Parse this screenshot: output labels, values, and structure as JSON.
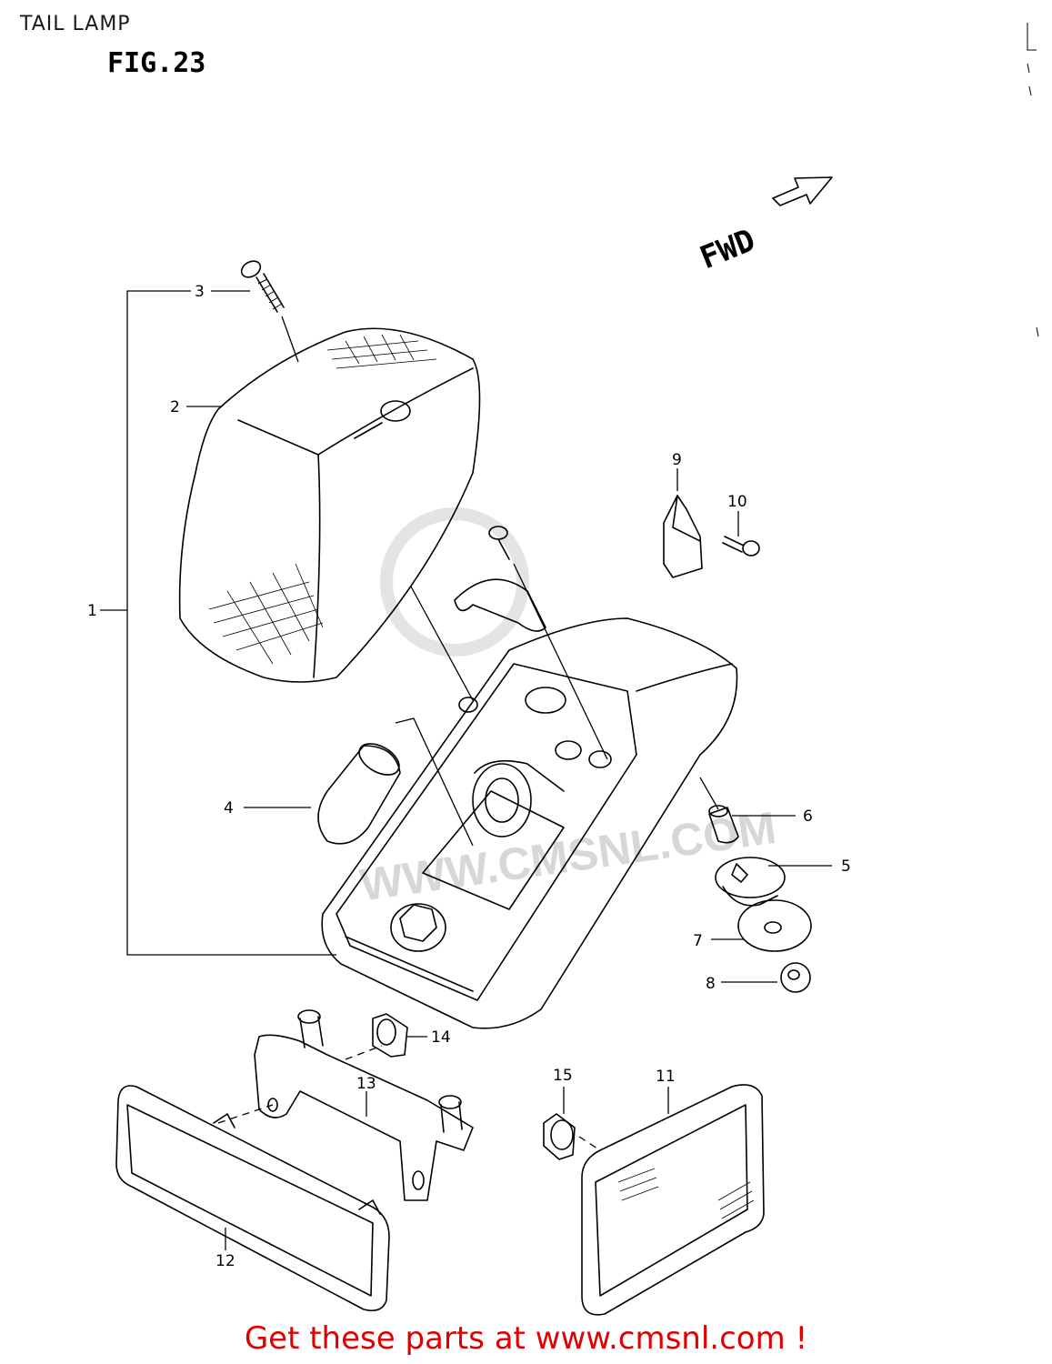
{
  "header": {
    "section_title": "TAIL LAMP",
    "figure_label": "FIG.23"
  },
  "direction_indicator": {
    "label": "FWD"
  },
  "watermark": {
    "text": "WWW.CMSNL.COM"
  },
  "parts": {
    "p1": "1",
    "p2": "2",
    "p3": "3",
    "p4": "4",
    "p5": "5",
    "p6": "6",
    "p7": "7",
    "p8": "8",
    "p9": "9",
    "p10": "10",
    "p11": "11",
    "p12": "12",
    "p13": "13",
    "p14": "14",
    "p15": "15"
  },
  "footer": {
    "promo_text": "Get these parts at www.cmsnl.com !"
  }
}
